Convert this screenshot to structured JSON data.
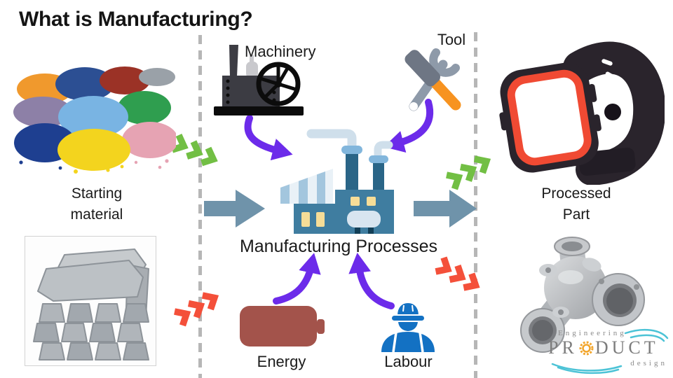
{
  "title": "What is Manufacturing?",
  "flow": {
    "input_label": {
      "line1": "Starting",
      "line2": "material"
    },
    "output_label": {
      "line1": "Processed",
      "line2": "Part"
    },
    "process_label": "Manufacturing Processes",
    "top_inputs": {
      "machinery": "Machinery",
      "tool": "Tool"
    },
    "bottom_inputs": {
      "energy": "Energy",
      "labour": "Labour"
    }
  },
  "images": {
    "starting_material": "piles of colorful plastic pellets",
    "raw_metal": "stack of aluminium ingots",
    "processed_part": "black smartwatch with orange bezel",
    "cast_part": "cast metal manifold part"
  },
  "logo": {
    "line1": "Engineering",
    "product_pre": "PR",
    "product_post": "DUCT",
    "line3": "design"
  },
  "colors": {
    "accent_green": "#72bf44",
    "accent_red": "#f4503a",
    "accent_purple": "#6c2bea",
    "flow_arrow_slate": "#6f93aa",
    "divider_gray": "#b6b6b6",
    "battery_red": "#a3534b",
    "worker_blue": "#1371c3",
    "factory_blue": "#3f7da0",
    "factory_dark_blue": "#2a6587",
    "factory_light_blue": "#82b6dc",
    "factory_smoke": "#cfdfeb",
    "window_yellow": "#f6dd97",
    "machine_dark": "#3c3c43",
    "machine_black": "#0c0c0c",
    "hammer_orange": "#f79320",
    "tool_gray": "#8e9aa9",
    "hammer_head_gray": "#6e7684",
    "watch_black": "#2a242c",
    "watch_orange": "#f04a33",
    "logo_teal": "#4cc3d6",
    "logo_orange": "#f2a52b",
    "logo_gray": "#8b8b8b",
    "text_black": "#1a1a1a"
  }
}
